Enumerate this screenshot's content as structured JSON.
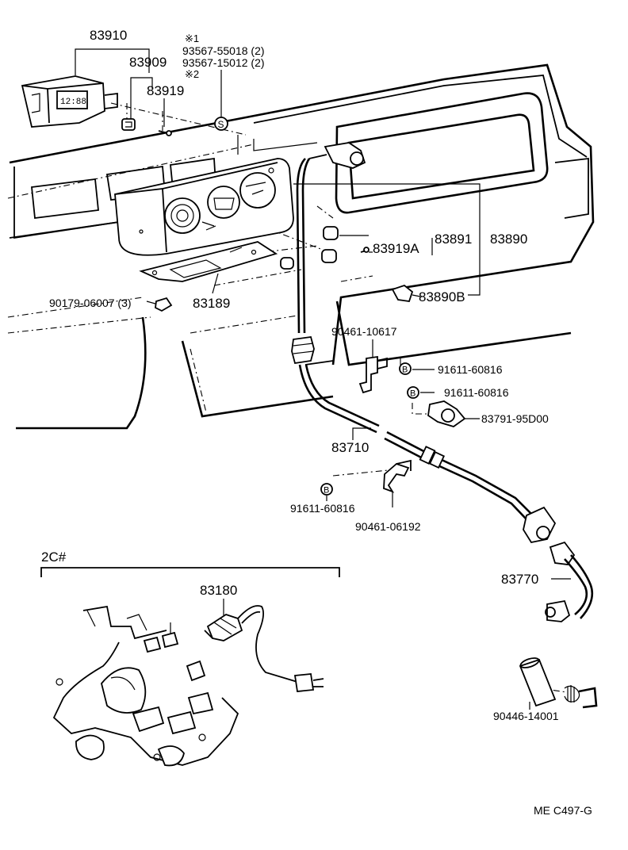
{
  "parts": {
    "p83910": "83910",
    "p83909": "83909",
    "p83919": "83919",
    "note_star1": "※1",
    "p93567_55018": "93567-55018 (2)",
    "p93567_15012": "93567-15012 (2)",
    "note_star2": "※2",
    "p83891": "83891",
    "p83890": "83890",
    "p83919A": "83919A",
    "p83890B": "83890B",
    "p90179": "90179-06007 (3)",
    "p83189": "83189",
    "p90461_10617": "90461-10617",
    "p91611_a": "91611-60816",
    "p91611_b": "91611-60816",
    "p83791": "83791-95D00",
    "p83710": "83710",
    "p91611_c": "91611-60816",
    "p90461_06192": "90461-06192",
    "engine_code": "2C#",
    "p83180": "83180",
    "p83770": "83770",
    "p90446": "90446-14001",
    "ref_code": "ME C497-G"
  },
  "symbols": {
    "s_marker": "S",
    "b_marker": "B",
    "clock_display": "12:88"
  },
  "colors": {
    "line": "#000000",
    "background": "#ffffff"
  }
}
